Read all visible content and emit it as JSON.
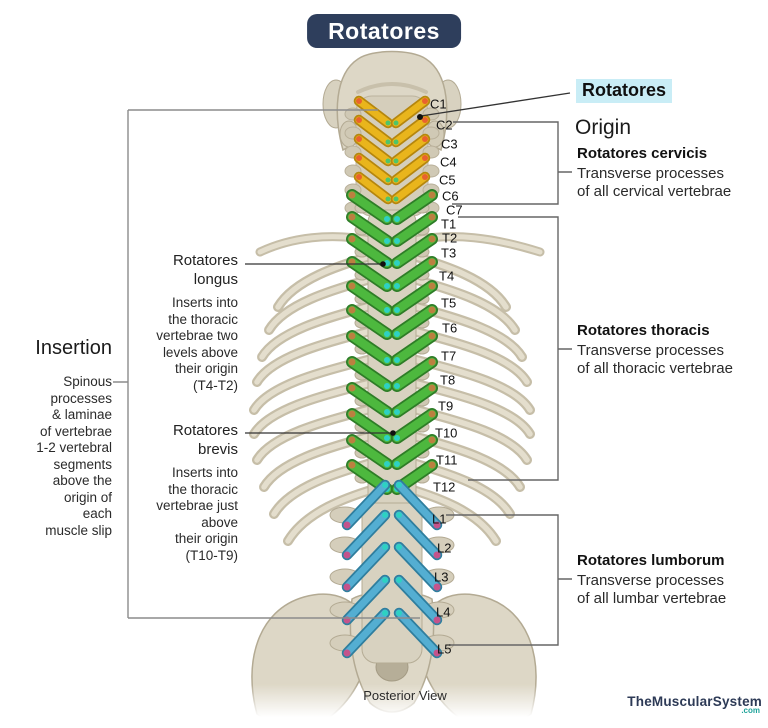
{
  "title": "Rotatores",
  "figure": {
    "caption": "Posterior View",
    "vertebra_labels": [
      "C1",
      "C2",
      "C3",
      "C4",
      "C5",
      "C6",
      "C7",
      "T1",
      "T2",
      "T3",
      "T4",
      "T5",
      "T6",
      "T7",
      "T8",
      "T9",
      "T10",
      "T11",
      "T12",
      "L1",
      "L2",
      "L3",
      "L4",
      "L5"
    ]
  },
  "annotations": {
    "muscle_label": "Rotatores",
    "origin": {
      "heading": "Origin",
      "cervicis_name": "Rotatores cervicis",
      "cervicis_desc": "Transverse processes\nof all cervical vertebrae",
      "thoracis_name": "Rotatores thoracis",
      "thoracis_desc": "Transverse processes\nof all thoracic vertebrae",
      "lumborum_name": "Rotatores lumborum",
      "lumborum_desc": "Transverse processes\nof all lumbar vertebrae"
    },
    "insertion": {
      "heading": "Insertion",
      "desc": "Spinous\nprocesses\n& laminae\nof vertebrae\n1-2 vertebral\nsegments\nabove the\norigin of\neach\nmuscle slip"
    },
    "longus": {
      "name": "Rotatores\nlongus",
      "desc": "Inserts into\nthe thoracic\nvertebrae two\nlevels above\ntheir origin\n(T4-T2)"
    },
    "brevis": {
      "name": "Rotatores\nbrevis",
      "desc": "Inserts into\nthe thoracic\nvertebrae just\nabove\ntheir origin\n(T10-T9)"
    }
  },
  "watermark": {
    "brand": "TheMuscularSystem",
    "tld": ".com"
  },
  "colors": {
    "banner_bg": "#2e3e5c",
    "highlight_bg": "#c9edf6",
    "cervical": "#e9b51c",
    "cervical_dark": "#b5860d",
    "thoracic": "#4db83e",
    "thoracic_dark": "#2e7d27",
    "lumbar": "#54aed2",
    "lumbar_dark": "#2f7e9e",
    "dot_orange": "#e8622e",
    "dot_green": "#4ec46a",
    "dot_cyan": "#2ed1c3",
    "dot_tan": "#bb8040",
    "dot_pink": "#c4538b",
    "brand_navy": "#2d3a56",
    "brand_teal": "#1fa39a"
  }
}
